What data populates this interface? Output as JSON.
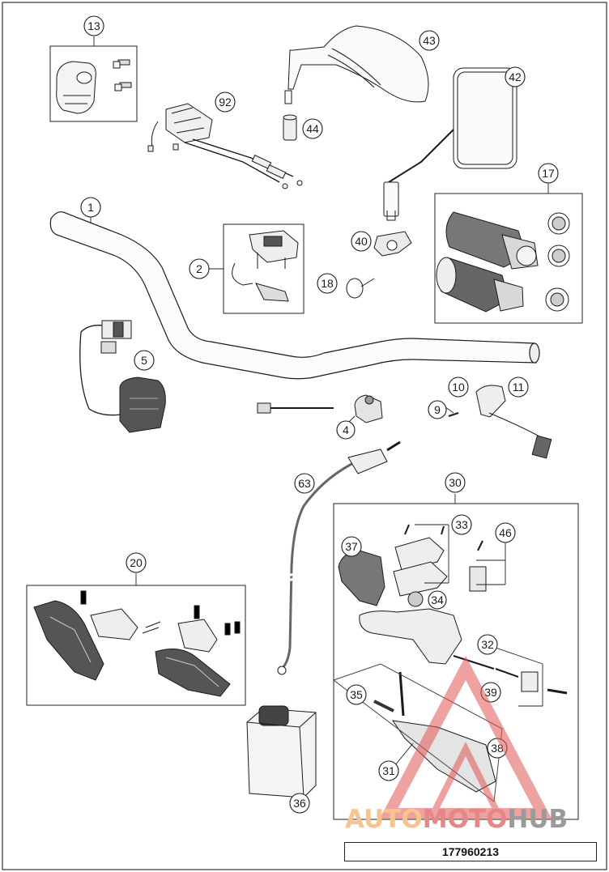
{
  "callouts": [
    {
      "id": "c13",
      "label": "13"
    },
    {
      "id": "c92",
      "label": "92"
    },
    {
      "id": "c43",
      "label": "43"
    },
    {
      "id": "c44",
      "label": "44"
    },
    {
      "id": "c42",
      "label": "42"
    },
    {
      "id": "c17",
      "label": "17"
    },
    {
      "id": "c1",
      "label": "1"
    },
    {
      "id": "c2",
      "label": "2"
    },
    {
      "id": "c40",
      "label": "40"
    },
    {
      "id": "c18",
      "label": "18"
    },
    {
      "id": "c5",
      "label": "5"
    },
    {
      "id": "c10",
      "label": "10"
    },
    {
      "id": "c11",
      "label": "11"
    },
    {
      "id": "c9",
      "label": "9"
    },
    {
      "id": "c4",
      "label": "4"
    },
    {
      "id": "c63",
      "label": "63"
    },
    {
      "id": "c30",
      "label": "30"
    },
    {
      "id": "c33",
      "label": "33"
    },
    {
      "id": "c46",
      "label": "46"
    },
    {
      "id": "c37",
      "label": "37"
    },
    {
      "id": "c34",
      "label": "34"
    },
    {
      "id": "c20",
      "label": "20"
    },
    {
      "id": "c32",
      "label": "32"
    },
    {
      "id": "c39",
      "label": "39"
    },
    {
      "id": "c35",
      "label": "35"
    },
    {
      "id": "c38",
      "label": "38"
    },
    {
      "id": "c31",
      "label": "31"
    },
    {
      "id": "c36",
      "label": "36"
    }
  ],
  "footer": {
    "code": "177960213"
  },
  "watermark": {
    "part1": "AUTO",
    "part2": "MOTO",
    "part3": "HUB"
  },
  "colors": {
    "line": "#1a1a1a",
    "watermark_red": "#e05555",
    "watermark_orange": "#f6c58f",
    "watermark_gray": "#9a9a9a"
  }
}
